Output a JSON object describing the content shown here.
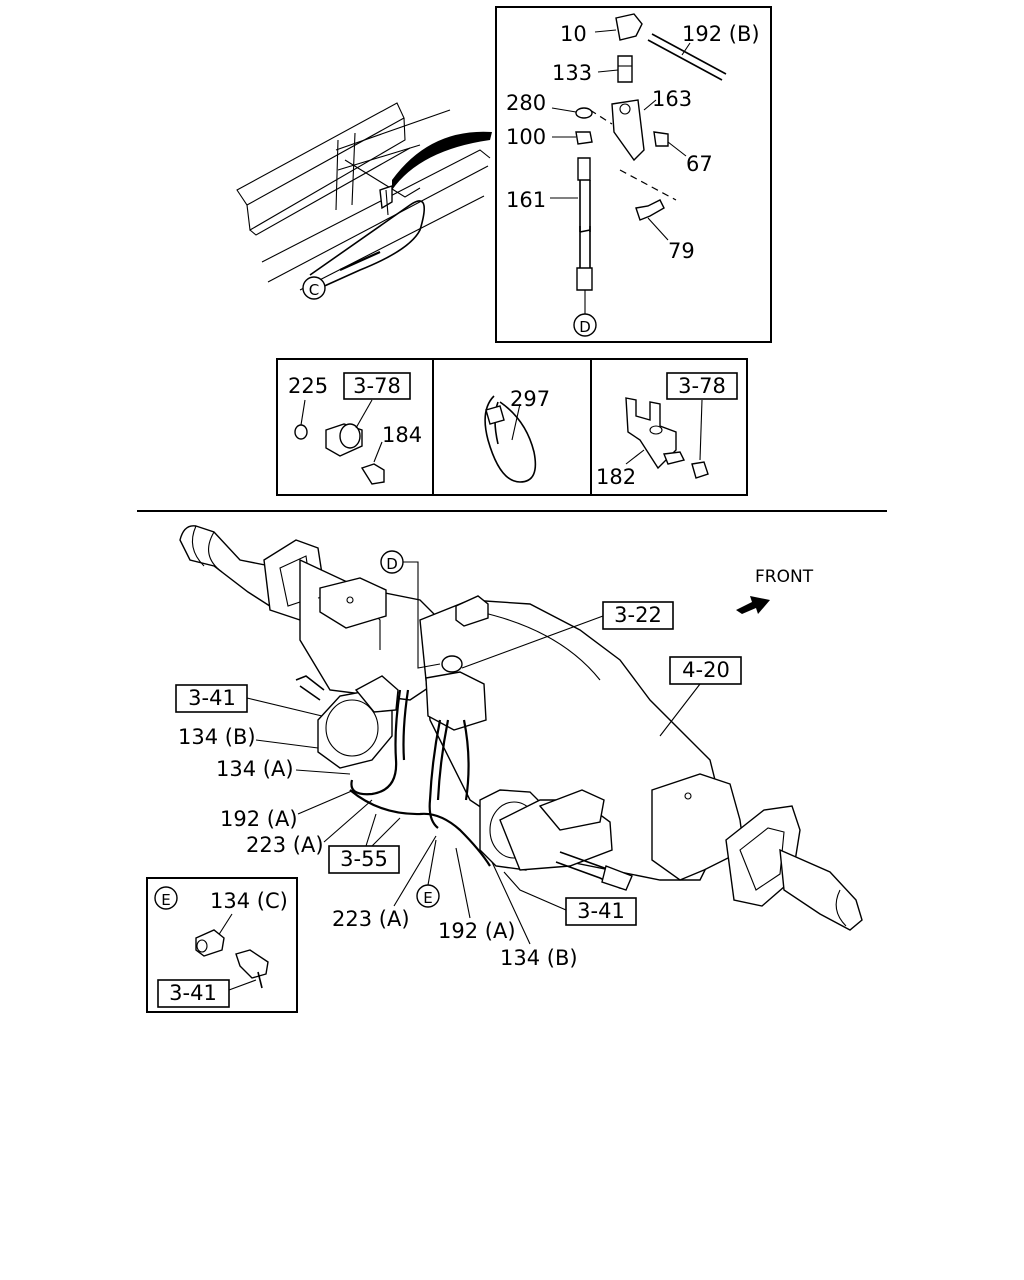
{
  "detail_top": {
    "labels": {
      "p10": "10",
      "p192b": "192 (B)",
      "p133": "133",
      "p280": "280",
      "p163": "163",
      "p100": "100",
      "p67": "67",
      "p161": "161",
      "p79": "79",
      "callout_d": "D"
    }
  },
  "frame_view": {
    "callout_c": "C"
  },
  "panels": {
    "left": {
      "p225": "225",
      "ref": "3-78",
      "p184": "184"
    },
    "middle": {
      "p297": "297"
    },
    "right": {
      "ref": "3-78",
      "p182": "182"
    }
  },
  "main": {
    "front_label": "FRONT",
    "callout_d": "D",
    "ref_322": "3-22",
    "ref_420": "4-20",
    "ref_341_top": "3-41",
    "p134b_left": "134 (B)",
    "p134a_left": "134 (A)",
    "p192a_left": "192 (A)",
    "p223a_left": "223 (A)",
    "ref_355": "3-55",
    "callout_e": "E",
    "ref_341_bottom": "3-41",
    "p223a_bottom": "223 (A)",
    "p192a_bottom": "192 (A)",
    "p134b_bottom": "134 (B)"
  },
  "detail_e": {
    "callout_e": "E",
    "p134c": "134 (C)",
    "ref": "3-41"
  }
}
